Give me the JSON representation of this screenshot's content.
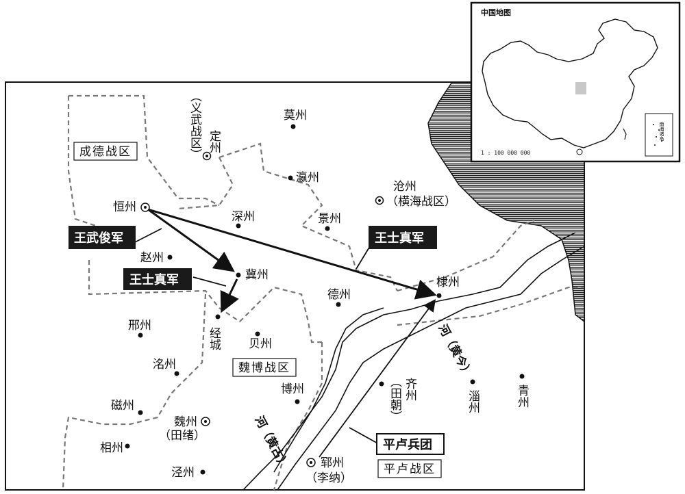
{
  "inset": {
    "title": "中国地图",
    "scale": "1 : 100 000 000",
    "south_sea_label": "南海诸岛"
  },
  "regions": {
    "chengde": "成德战区",
    "weibo": "魏博战区",
    "pinglu": "平卢战区",
    "yiwu": "（义武战区）"
  },
  "cities": {
    "dingzhou": "定州",
    "mozhou": "莫州",
    "yingzhou": "瀛州",
    "cangzhou": "沧州",
    "cangzhou_note": "（横海战区）",
    "hengzhou": "恒州",
    "shenzhou": "深州",
    "jingzhou": "景州",
    "zhaozhou": "赵州",
    "jizhou": "冀州",
    "dezhou": "德州",
    "dizhou": "棣州",
    "xingzhou": "邢州",
    "jingcheng": "经城",
    "beizhou": "贝州",
    "mingzhou": "洺州",
    "qizhou": "齐州",
    "qizhou_note": "（田朝）",
    "zizhou": "淄州",
    "qingzhou": "青州",
    "bozhou": "博州",
    "cizhou": "磁州",
    "weizhou": "魏州",
    "weizhou_note": "（田绪）",
    "xiangzhou": "相州",
    "jingzhou2": "泾州",
    "yunzhou": "郓州",
    "yunzhou_note": "（李纳）"
  },
  "armies": {
    "wang_wujun": "王武俊军",
    "wang_shizhen_1": "王士真军",
    "wang_shizhen_2": "王士真军",
    "pinglu_army": "平卢兵团"
  },
  "rivers": {
    "river_upper": "河（黄今）",
    "river_lower": "河（黄古）"
  },
  "colors": {
    "boundary": "#777777",
    "ink": "#111111",
    "sea_hatch": "#222222",
    "label_box": "#1a1a1a"
  }
}
